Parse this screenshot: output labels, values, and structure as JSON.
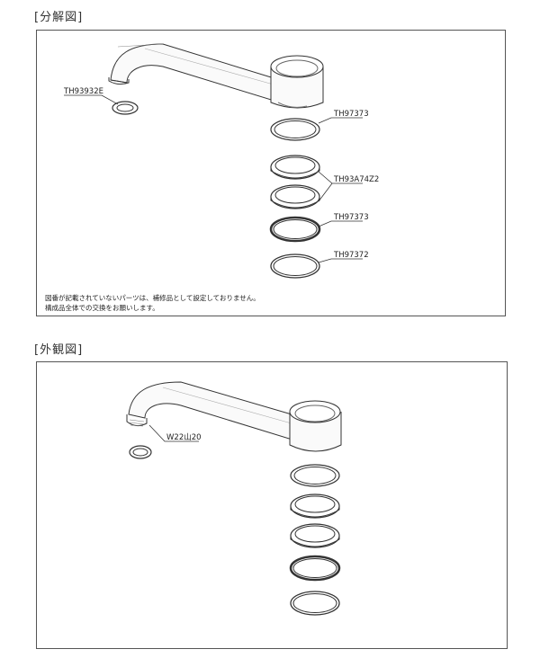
{
  "exploded": {
    "title": "[分解図]",
    "parts": {
      "aerator": "TH93932E",
      "ring_top": "TH97373",
      "ring_pair": "TH93A74Z2",
      "ring_fourth": "TH97373",
      "ring_bottom": "TH97372"
    },
    "notes": [
      "図番が記載されていないパーツは、補修品として設定しておりません。",
      "構成品全体での交換をお願いします。"
    ]
  },
  "exterior": {
    "title": "[外観図]",
    "thread_label": "W22山20"
  }
}
